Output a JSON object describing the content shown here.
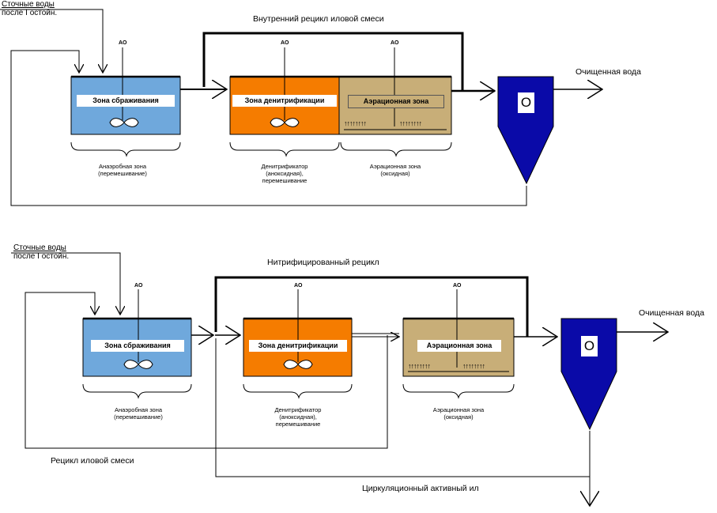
{
  "colors": {
    "anaerobic": "#6fa8dc",
    "denitrification": "#f57c00",
    "aeration": "#c8ae78",
    "settler": "#0a0aa8",
    "line": "#000000"
  },
  "top": {
    "inlet_line1": "Сточные воды",
    "inlet_line2": "после I остойн.",
    "recycle_title": "Внутренний рецикл иловой смеси",
    "outlet": "Очищенная вода",
    "ao1": "АО",
    "ao2": "АО",
    "ao3": "АО",
    "zone1": "Зона сбраживания",
    "zone2": "Зона денитрификации",
    "zone3": "Аэрационная зона",
    "settler_label": "O",
    "caption1": "Анаэробная зона\n(перемешивание)",
    "caption2": "Денитрификатор\n(аноксидная),\nперемешивание",
    "caption3": "Аэрационная зона\n(оксидная)",
    "diffusers_left": "↑↑↑↑↑↑↑↑",
    "diffusers_right": "↑↑↑↑↑↑↑↑"
  },
  "bottom": {
    "inlet_line1": "Сточные воды",
    "inlet_line2": "после I остойн.",
    "recycle_title": "Нитрифицированный рецикл",
    "outlet": "Очищенная вода",
    "ao1": "АО",
    "ao2": "АО",
    "ao3": "АО",
    "zone1": "Зона сбраживания",
    "zone2": "Зона денитрификации",
    "zone3": "Аэрационная зона",
    "settler_label": "O",
    "caption1": "Анаэробная зона\n(перемешивание)",
    "caption2": "Денитрификатор\n(аноксидная),\nперемешивание",
    "caption3": "Аэрационная зона\n(оксидная)",
    "diffusers_left": "↑↑↑↑↑↑↑↑",
    "diffusers_right": "↑↑↑↑↑↑↑↑",
    "sludge_recycle": "Рецикл иловой смеси",
    "ras": "Циркуляционный активный ил"
  }
}
